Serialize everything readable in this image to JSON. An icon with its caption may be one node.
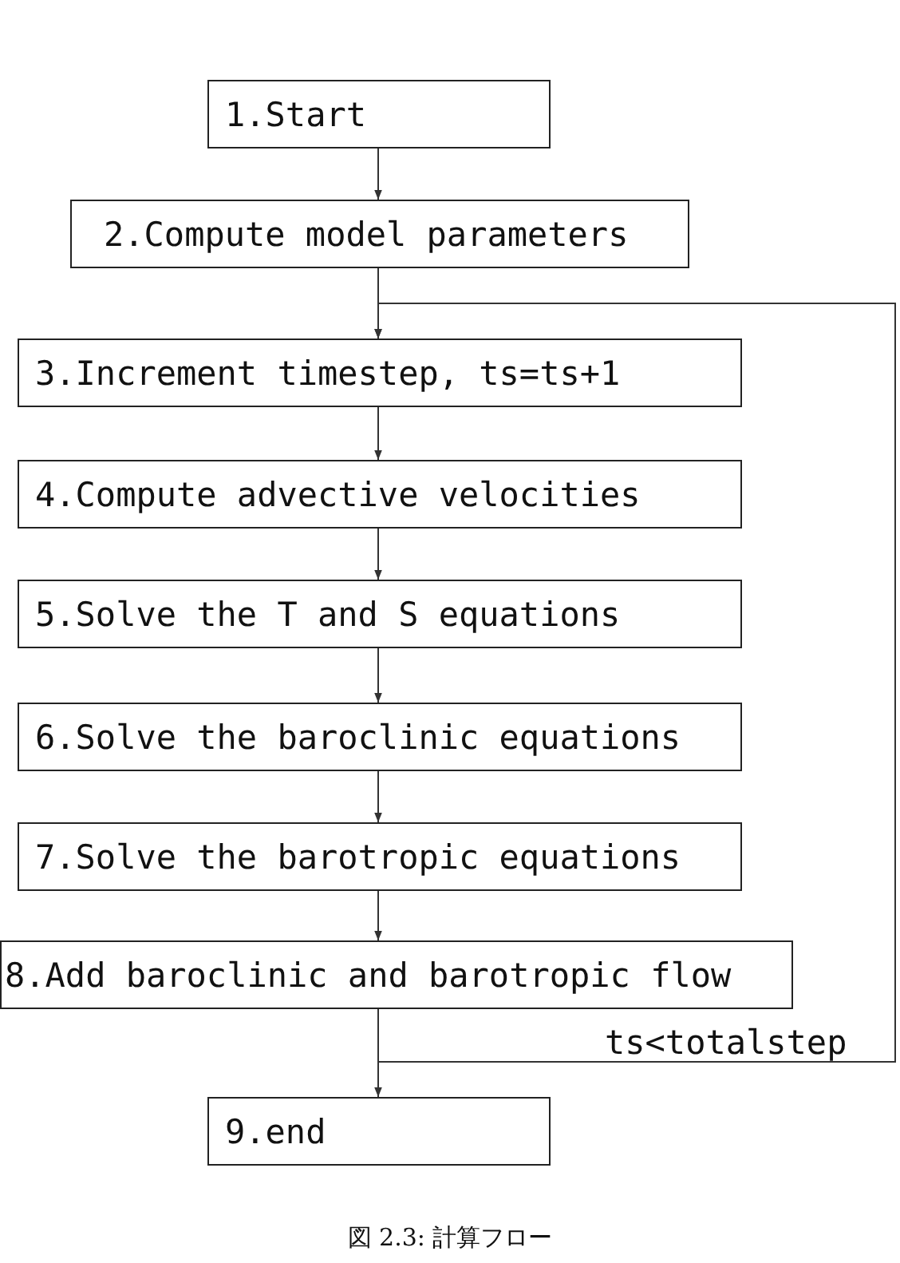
{
  "diagram": {
    "caption": "図 2.3: 計算フロー",
    "nodes": [
      {
        "text": [
          "1.Start"
        ]
      },
      {
        "text": [
          "2.Compute model parameters"
        ]
      },
      {
        "text": [
          "3.Increment timestep, ts=ts+1"
        ]
      },
      {
        "text": [
          "4.Compute advective velocities"
        ]
      },
      {
        "text": [
          "5.Solve the T and S equations"
        ]
      },
      {
        "text": [
          "6.Solve the baroclinic equations"
        ]
      },
      {
        "text": [
          "7.Solve the barotropic equations"
        ]
      },
      {
        "text": [
          "8.Add baroclinic and barotropic flow"
        ]
      },
      {
        "text": [
          "9.end"
        ]
      }
    ],
    "edges": [
      {
        "from": 0,
        "to": 1,
        "arrow": "to"
      },
      {
        "from": 1,
        "to": 2,
        "arrow": "to"
      },
      {
        "from": 2,
        "to": 3,
        "arrow": "to"
      },
      {
        "from": 3,
        "to": 4,
        "arrow": "to"
      },
      {
        "from": 4,
        "to": 5,
        "arrow": "to"
      },
      {
        "from": 5,
        "to": 6,
        "arrow": "to"
      },
      {
        "from": 6,
        "to": 7,
        "arrow": "to"
      },
      {
        "from": 7,
        "to": 8,
        "arrow": "to"
      },
      {
        "from": 7,
        "to": 2,
        "arrow": "to",
        "label": "ts<totalstep"
      }
    ]
  }
}
